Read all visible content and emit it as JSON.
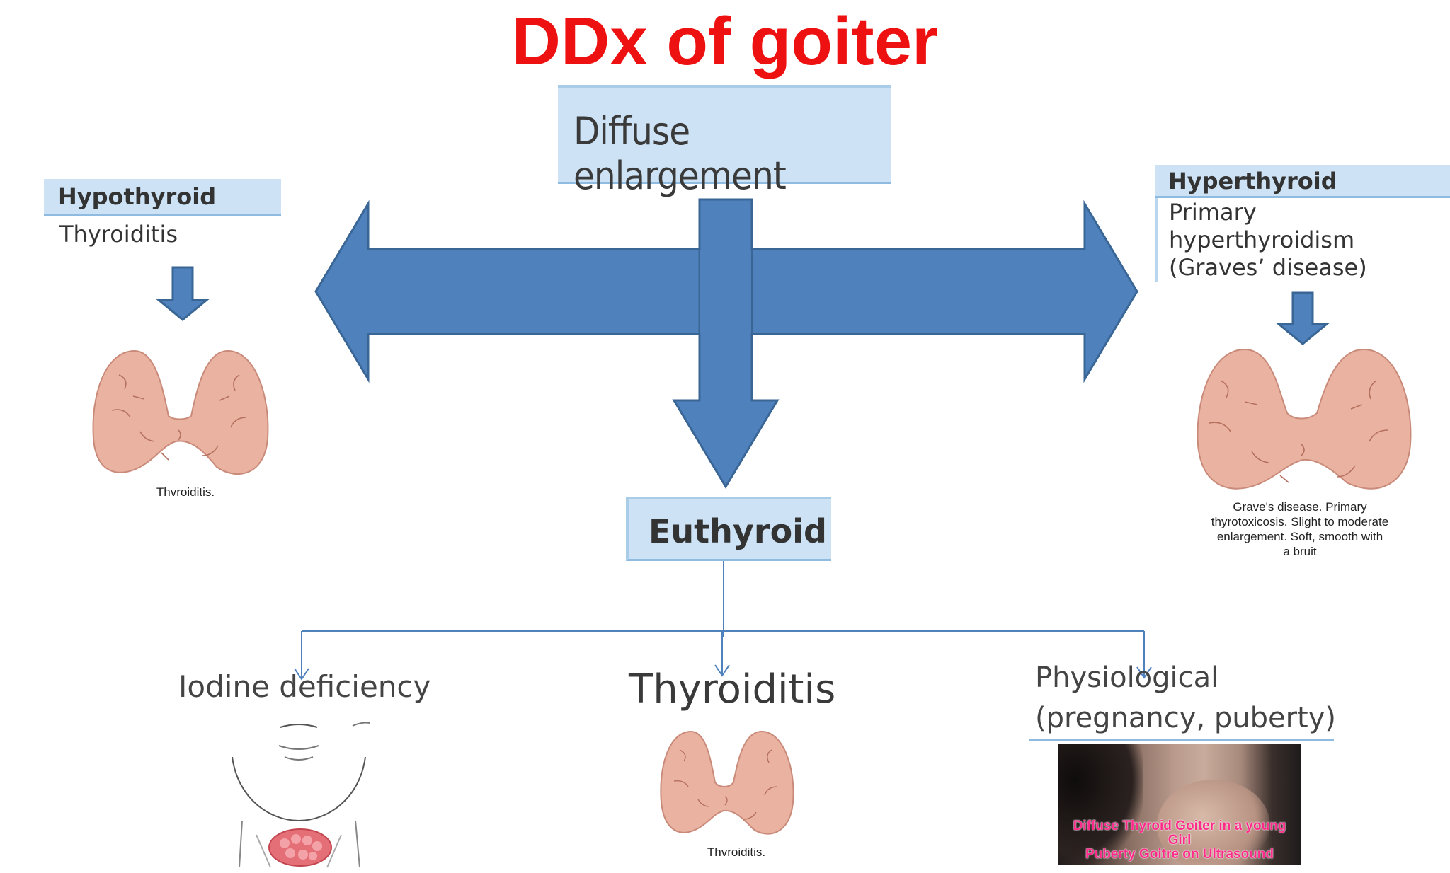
{
  "title": "DDx of goiter",
  "center": {
    "label": "Diffuse enlargement"
  },
  "hypothyroid": {
    "header": "Hypothyroid",
    "subtitle": "Thyroiditis",
    "image_caption": "Thvroiditis."
  },
  "hyperthyroid": {
    "header": "Hyperthyroid",
    "lines": [
      "Primary",
      "hyperthyroidism",
      "(Graves’ disease)"
    ],
    "image_caption": [
      "Grave's disease. Primary",
      "thyrotoxicosis. Slight to moderate",
      "enlargement. Soft, smooth with",
      "a bruit"
    ]
  },
  "euthyroid": {
    "header": "Euthyroid",
    "causes": {
      "iodine": "Iodine deficiency",
      "thyroiditis": "Thyroiditis",
      "thyroiditis_caption": "Thvroiditis.",
      "physiological": [
        "Physiological",
        "(pregnancy, puberty)"
      ],
      "photo_caption": [
        "Diffuse Thyroid Goiter in a young Girl",
        "Puberty Goitre on Ultrasound"
      ]
    }
  },
  "colors": {
    "title": "#ee1111",
    "arrow_fill": "#4f81bd",
    "arrow_stroke": "#3a6696",
    "box_fill": "#cde3f5",
    "thyroid_fill": "#eab2a0",
    "connector": "#4f81bd"
  },
  "icons": [
    "down-arrow-icon",
    "thyroid-gland-illustration",
    "neck-thyroid-illustration",
    "goiter-photo"
  ]
}
